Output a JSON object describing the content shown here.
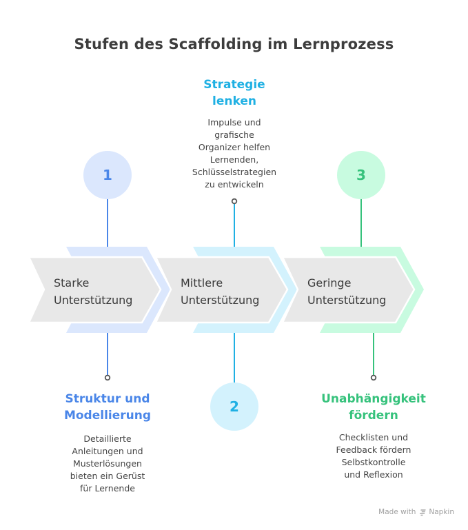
{
  "title": "Stufen des Scaffolding im Lernprozess",
  "colors": {
    "stage1_accent": "#4a86e8",
    "stage1_light": "#dbe7fd",
    "stage2_accent": "#1fb0e3",
    "stage2_light": "#d3f2fd",
    "stage3_accent": "#36c27c",
    "stage3_light": "#c8fbe0",
    "chevron_fill": "#e8e8e8",
    "text_dark": "#3d3d3d",
    "connector_dot": "#555555"
  },
  "stages": [
    {
      "number": "1",
      "chevron_label_line1": "Starke",
      "chevron_label_line2": "Unterstützung",
      "heading_line1": "Struktur und",
      "heading_line2": "Modellierung",
      "description_lines": [
        "Detaillierte",
        "Anleitungen und",
        "Musterlösungen",
        "bieten ein Gerüst",
        "für Lernende"
      ],
      "position": "below"
    },
    {
      "number": "2",
      "chevron_label_line1": "Mittlere",
      "chevron_label_line2": "Unterstützung",
      "heading_line1": "Strategie",
      "heading_line2": "lenken",
      "description_lines": [
        "Impulse und",
        "grafische",
        "Organizer helfen",
        "Lernenden,",
        "Schlüsselstrategien",
        "zu entwickeln"
      ],
      "position": "above"
    },
    {
      "number": "3",
      "chevron_label_line1": "Geringe",
      "chevron_label_line2": "Unterstützung",
      "heading_line1": "Unabhängigkeit",
      "heading_line2": "fördern",
      "description_lines": [
        "Checklisten und",
        "Feedback fördern",
        "Selbstkontrolle",
        "und Reflexion"
      ],
      "position": "below"
    }
  ],
  "footer": {
    "made_with": "Made with",
    "brand": "Napkin",
    "brand_icon": "napkin-logo-icon"
  }
}
